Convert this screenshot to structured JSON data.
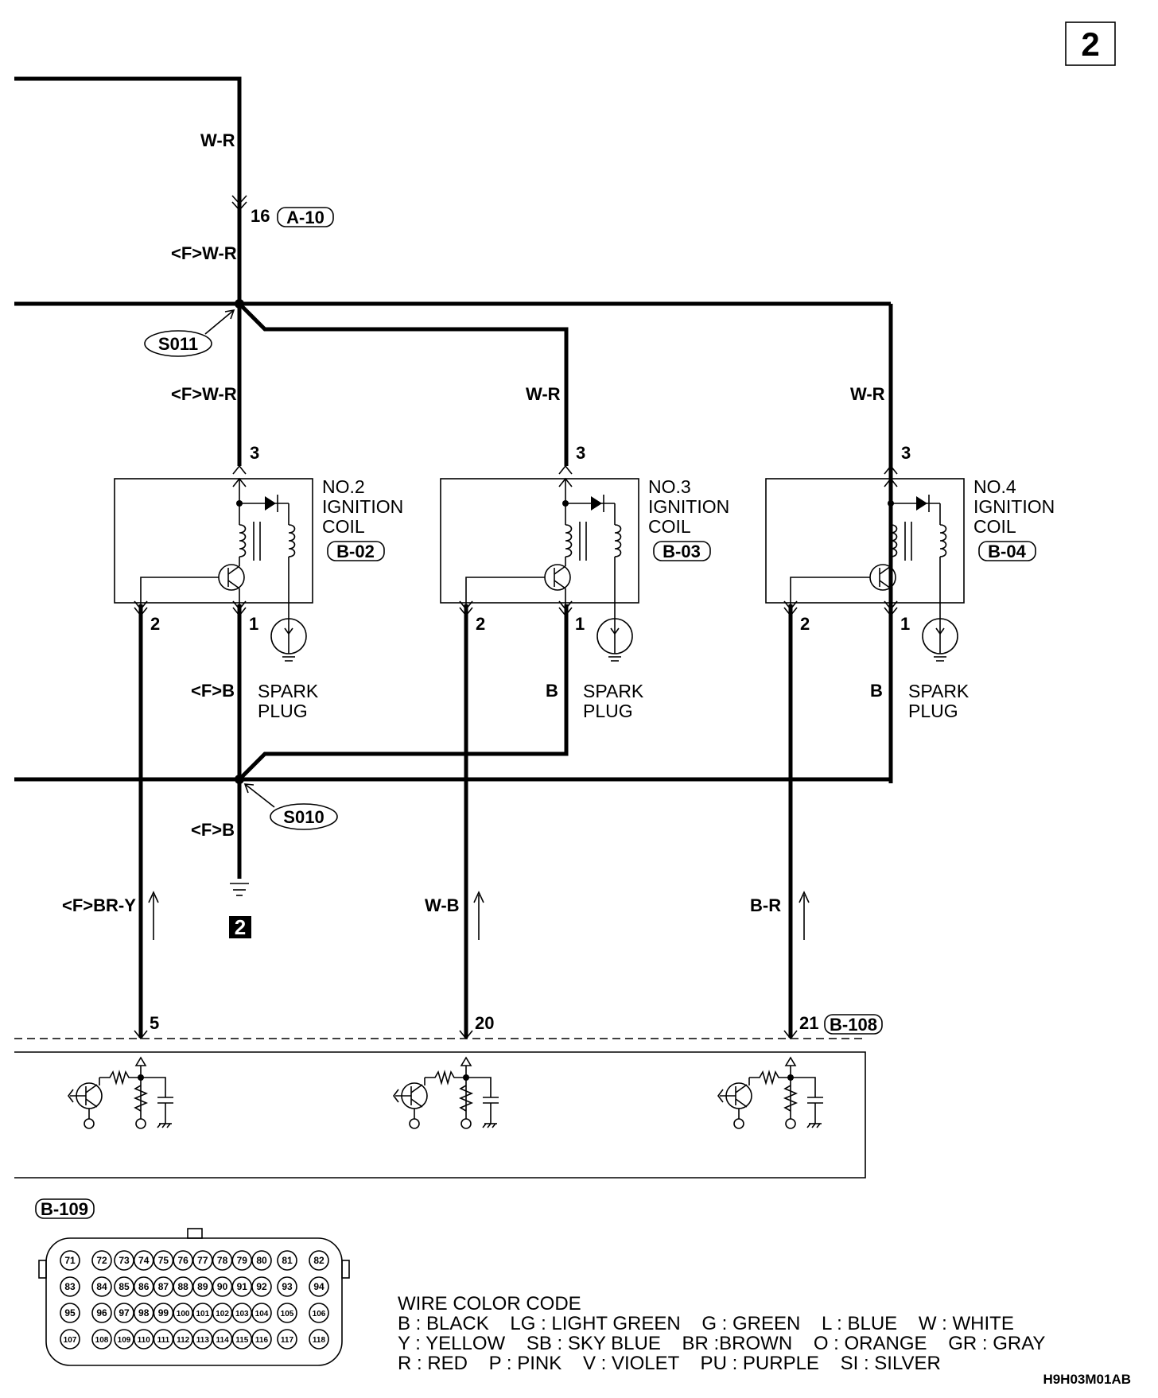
{
  "page_number": "2",
  "wires": {
    "top": "W-R",
    "f_wr_upper": "<F>W-R",
    "f_wr_lower": "<F>W-R",
    "coil3_feed": "W-R",
    "coil4_feed": "W-R",
    "coil2_ground": "<F>B",
    "coil3_ground": "B",
    "coil4_ground": "B",
    "ground_lead": "<F>B",
    "sig1": "<F>BR-Y",
    "sig2": "W-B",
    "sig3": "B-R"
  },
  "connectors": {
    "a10_pin": "16",
    "a10": "A-10",
    "b02": "B-02",
    "b03": "B-03",
    "b04": "B-04",
    "b108": "B-108",
    "b109": "B-109"
  },
  "splices": {
    "s011": "S011",
    "s010": "S010"
  },
  "ground_ref": "2",
  "coils": [
    {
      "name": [
        "NO.2",
        "IGNITION",
        "COIL"
      ],
      "pin_top": "3",
      "pin_left": "2",
      "pin_right": "1",
      "plug": [
        "SPARK",
        "PLUG"
      ]
    },
    {
      "name": [
        "NO.3",
        "IGNITION",
        "COIL"
      ],
      "pin_top": "3",
      "pin_left": "2",
      "pin_right": "1",
      "plug": [
        "SPARK",
        "PLUG"
      ]
    },
    {
      "name": [
        "NO.4",
        "IGNITION",
        "COIL"
      ],
      "pin_top": "3",
      "pin_left": "2",
      "pin_right": "1",
      "plug": [
        "SPARK",
        "PLUG"
      ]
    }
  ],
  "ecu_pins": [
    "5",
    "20",
    "21"
  ],
  "connector_pins": [
    [
      "71",
      "72",
      "73",
      "74",
      "75",
      "76",
      "77",
      "78",
      "79",
      "80",
      "81",
      "82"
    ],
    [
      "83",
      "84",
      "85",
      "86",
      "87",
      "88",
      "89",
      "90",
      "91",
      "92",
      "93",
      "94"
    ],
    [
      "95",
      "96",
      "97",
      "98",
      "99",
      "100",
      "101",
      "102",
      "103",
      "104",
      "105",
      "106"
    ],
    [
      "107",
      "108",
      "109",
      "110",
      "111",
      "112",
      "113",
      "114",
      "115",
      "116",
      "117",
      "118"
    ]
  ],
  "legend": {
    "title": "WIRE COLOR CODE",
    "line1": "B : BLACK    LG : LIGHT GREEN    G : GREEN    L : BLUE    W : WHITE",
    "line2": "Y : YELLOW    SB : SKY BLUE    BR :BROWN    O : ORANGE    GR : GRAY",
    "line3": "R : RED    P : PINK    V : VIOLET    PU : PURPLE    SI : SILVER"
  },
  "figure_code": "H9H03M01AB"
}
